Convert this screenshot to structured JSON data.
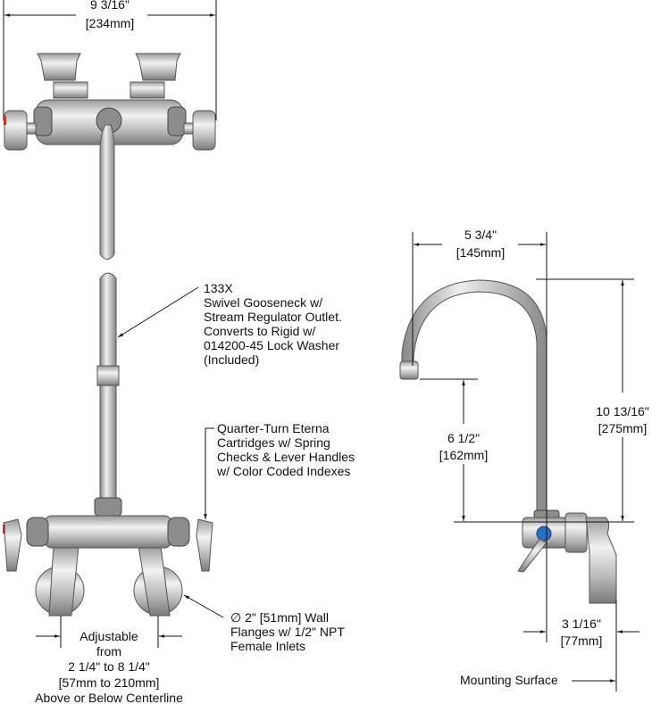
{
  "top_view": {
    "width_in": "9 3/16\"",
    "width_mm": "[234mm]"
  },
  "front_view": {
    "gooseneck_callout": [
      "133X",
      "Swivel Gooseneck w/",
      "Stream Regulator Outlet.",
      "Converts to Rigid w/",
      "014200-45 Lock Washer",
      "(Included)"
    ],
    "cartridge_callout": [
      "Quarter-Turn Eterna",
      "Cartridges w/ Spring",
      "Checks & Lever Handles",
      "w/ Color Coded Indexes"
    ],
    "flange_callout": [
      "∅  2\" [51mm] Wall",
      "Flanges w/ 1/2\" NPT",
      "Female Inlets"
    ],
    "adjustable_note": [
      "Adjustable",
      "from",
      "2 1/4\" to 8 1/4\"",
      "[57mm to 210mm]",
      "Above or Below Centerline"
    ]
  },
  "side_view": {
    "reach_in": "5 3/4\"",
    "reach_mm": "[145mm]",
    "height_in": "10 13/16\"",
    "height_mm": "[275mm]",
    "clearance_in": "6 1/2\"",
    "clearance_mm": "[162mm]",
    "depth_in": "3 1/16\"",
    "depth_mm": "[77mm]",
    "mounting_label": "Mounting Surface"
  },
  "colors": {
    "index_blue": "#2a6fc4",
    "index_red": "#c0392b"
  }
}
